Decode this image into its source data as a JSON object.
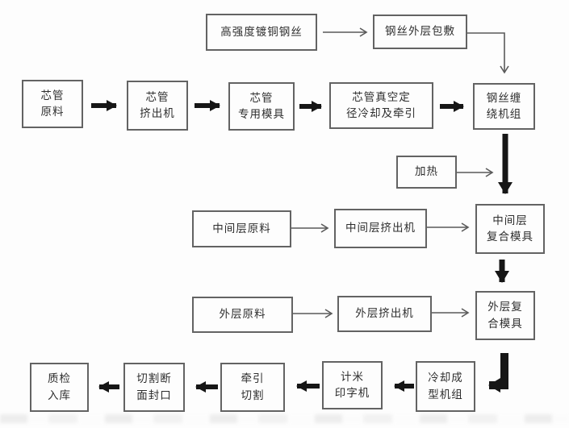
{
  "diagram": {
    "type": "flowchart",
    "language": "zh-CN",
    "colors": {
      "background": "#fdfdfd",
      "box_border": "#636363",
      "text": "#2e2e2e",
      "thin_arrow": "#5a5a5a",
      "thick_arrow": "#161616"
    },
    "nodes": {
      "steel_wire_raw": {
        "label": "高强度镀铜钢丝"
      },
      "wire_outer_coating": {
        "label": "钢丝外层包敷"
      },
      "core_raw": {
        "label": "芯管\n原料"
      },
      "core_extruder": {
        "label": "芯管\n挤出机"
      },
      "core_mold": {
        "label": "芯管\n专用模具"
      },
      "core_vacuum": {
        "label": "芯管真空定\n径冷却及牵引"
      },
      "wire_winding": {
        "label": "钢丝缠\n绕机组"
      },
      "heating": {
        "label": "加热"
      },
      "mid_raw": {
        "label": "中间层原料"
      },
      "mid_extruder": {
        "label": "中间层挤出机"
      },
      "mid_mold": {
        "label": "中间层\n复合模具"
      },
      "outer_raw": {
        "label": "外层原料"
      },
      "outer_extruder": {
        "label": "外层挤出机"
      },
      "outer_mold": {
        "label": "外层复\n合模具"
      },
      "cooling_unit": {
        "label": "冷却成\n型机组"
      },
      "meter_printer": {
        "label": "计米\n印字机"
      },
      "pull_cutting": {
        "label": "牵引\n切割"
      },
      "cut_seal": {
        "label": "切割断\n面封口"
      },
      "qc_storage": {
        "label": "质检\n入库"
      }
    },
    "edges": [
      {
        "from": "steel_wire_raw",
        "to": "wire_outer_coating",
        "style": "thin"
      },
      {
        "from": "wire_outer_coating",
        "to": "wire_winding",
        "style": "thin"
      },
      {
        "from": "core_raw",
        "to": "core_extruder",
        "style": "thick"
      },
      {
        "from": "core_extruder",
        "to": "core_mold",
        "style": "thick"
      },
      {
        "from": "core_mold",
        "to": "core_vacuum",
        "style": "thick"
      },
      {
        "from": "core_vacuum",
        "to": "wire_winding",
        "style": "thick"
      },
      {
        "from": "wire_winding",
        "to": "mid_mold",
        "style": "thick"
      },
      {
        "from": "heating",
        "to": "mid_mold",
        "style": "thin"
      },
      {
        "from": "mid_raw",
        "to": "mid_extruder",
        "style": "thin"
      },
      {
        "from": "mid_extruder",
        "to": "mid_mold",
        "style": "thin"
      },
      {
        "from": "mid_mold",
        "to": "outer_mold",
        "style": "thick"
      },
      {
        "from": "outer_raw",
        "to": "outer_extruder",
        "style": "thin"
      },
      {
        "from": "outer_extruder",
        "to": "outer_mold",
        "style": "thin"
      },
      {
        "from": "outer_mold",
        "to": "cooling_unit",
        "style": "thick"
      },
      {
        "from": "cooling_unit",
        "to": "meter_printer",
        "style": "thick"
      },
      {
        "from": "meter_printer",
        "to": "pull_cutting",
        "style": "thick"
      },
      {
        "from": "pull_cutting",
        "to": "cut_seal",
        "style": "thick"
      },
      {
        "from": "cut_seal",
        "to": "qc_storage",
        "style": "thick"
      }
    ]
  }
}
